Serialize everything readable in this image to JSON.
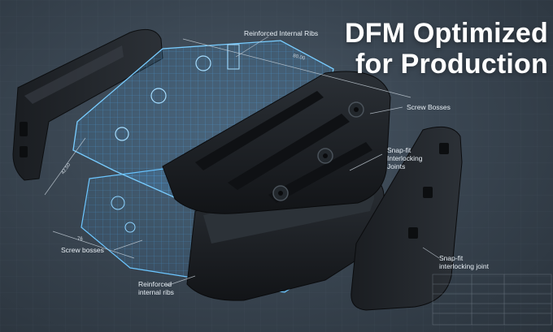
{
  "headline": {
    "line1": "DFM Optimized",
    "line2": "for Production"
  },
  "callouts": {
    "reinforced_ribs_top": "Reinforced Internal Ribs",
    "screw_bosses_right": "Screw Bosses",
    "snap_fit_right": [
      "Snap-fit",
      "Interlocking",
      "Joints"
    ],
    "screw_bosses_left": "Screw bosses",
    "reinforced_ribs_bottom": [
      "Reinforced",
      "internal ribs"
    ],
    "snap_fit_bottom_right": [
      "Snap-fit",
      "interlocking joint"
    ]
  },
  "dimension_labels": {
    "top": "80.00",
    "left": "42.50",
    "bottom": "76"
  },
  "colors": {
    "background": "#3a4652",
    "wireframe": "#4fb3ff",
    "part_black": "#1a1d21",
    "text": "#ffffff"
  }
}
